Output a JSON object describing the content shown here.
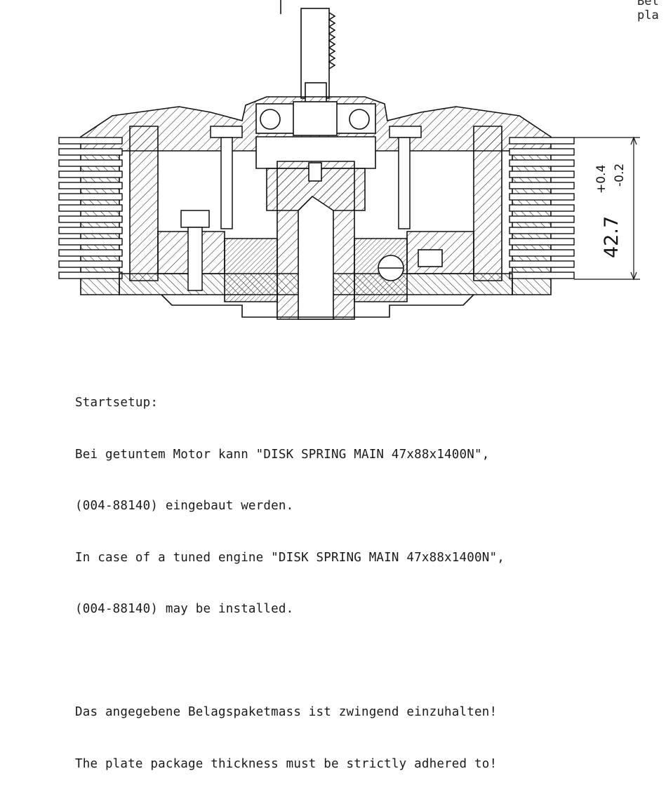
{
  "corner": {
    "line1": "Bel",
    "line2": "pla"
  },
  "dimension": {
    "value": "42.7",
    "tol_plus": "+0.4",
    "tol_minus": "-0.2"
  },
  "notes": {
    "l1": "Startsetup:",
    "l2": "Bei getuntem Motor kann \"DISK SPRING MAIN 47x88x1400N\",",
    "l3": "(004-88140) eingebaut werden.",
    "l4": "In case of a tuned engine \"DISK SPRING MAIN 47x88x1400N\",",
    "l5": "(004-88140) may be installed.",
    "l6": "",
    "l7": "Das angegebene Belagspaketmass ist zwingend einzuhalten!",
    "l8": "The plate package thickness must be strictly adhered to!"
  },
  "icons": {
    "drawing": "clutch-assembly-cross-section"
  }
}
